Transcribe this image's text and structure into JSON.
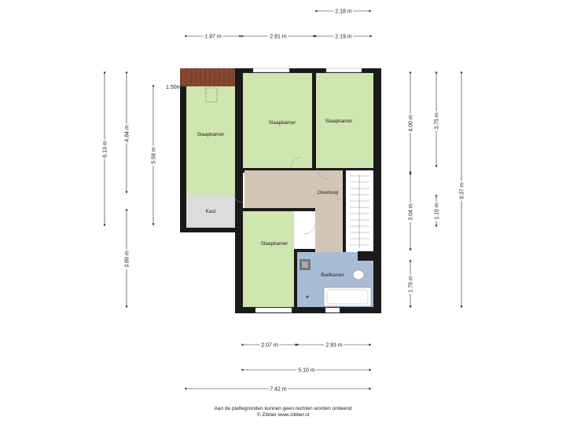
{
  "rooms": {
    "bedroom_west": "Slaapkamer",
    "bedroom_middle": "Slaapkamer",
    "bedroom_east": "Slaapkamer",
    "bedroom_south": "Slaapkamer",
    "closet": "Kast",
    "landing": "Overloop",
    "bathroom": "Badkamer"
  },
  "dimensions": {
    "top_218": "2.18 m",
    "top_197": "1.97 m",
    "top_281": "2.81 m",
    "top_219": "2.19 m",
    "left_613": "6.13 m",
    "left_484": "4.84 m",
    "left_558": "5.58 m",
    "left_389": "3.89 m",
    "roof_150": "1.50m",
    "right_400": "4.00 m",
    "right_375": "3.75 m",
    "right_937": "9.37 m",
    "right_304": "3.04 m",
    "right_119": "1.19 m",
    "right_179": "1.79 m",
    "bottom_207": "2.07 m",
    "bottom_293": "2.93 m",
    "bottom_510": "5.10 m",
    "bottom_742": "7.42 m"
  },
  "colors": {
    "bedroom": "#cfe6b0",
    "landing": "#d4c4b4",
    "bathroom": "#a9bcd6",
    "closet": "#dcdcdc",
    "wall": "#1a1a1a",
    "roof": "#8a4a32"
  },
  "footer": {
    "line1": "Aan de plattegronden kunnen geen rechten worden ontleend",
    "line2": "© Zibber www.zibber.nl"
  }
}
